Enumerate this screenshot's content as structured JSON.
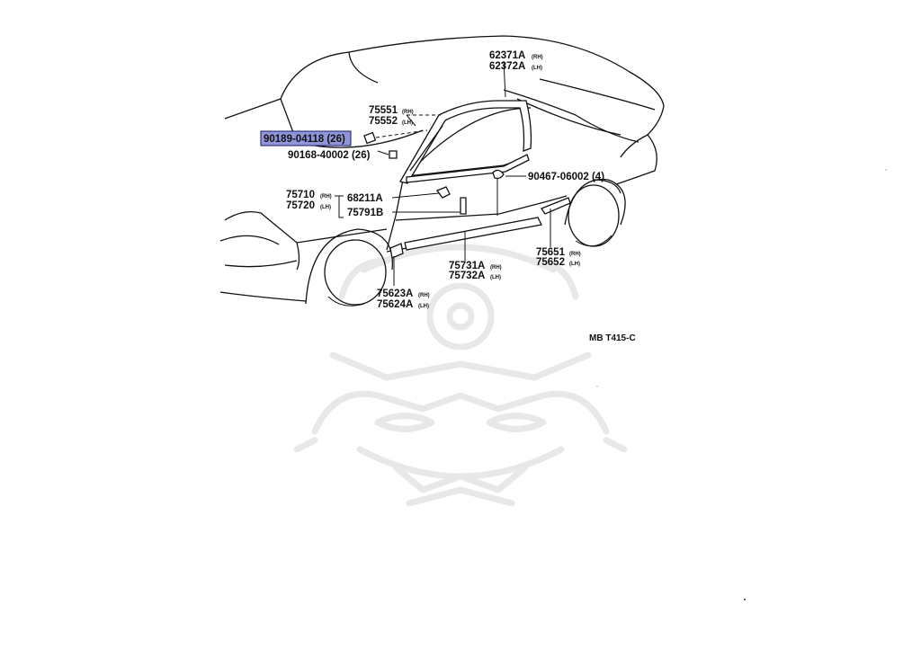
{
  "diagram": {
    "code": "MB T415-C",
    "highlight_color": "#8f95d8",
    "labels": {
      "p62371": "62371A",
      "p62371_side": "(RH)",
      "p62372": "62372A",
      "p62372_side": "(LH)",
      "p75551": "75551",
      "p75551_side": "(RH)",
      "p75552": "75552",
      "p75552_side": "(LH)",
      "p90189": "90189-04118 (26)",
      "p90168": "90168-40002 (26)",
      "p90467": "90467-06002 (4)",
      "p75710": "75710",
      "p75710_side": "(RH)",
      "p75720": "75720",
      "p75720_side": "(LH)",
      "p68211": "68211A",
      "p75791": "75791B",
      "p75651": "75651",
      "p75651_side": "(RH)",
      "p75652": "75652",
      "p75652_side": "(LH)",
      "p75731": "75731A",
      "p75731_side": "(RH)",
      "p75732": "75732A",
      "p75732_side": "(LH)",
      "p75623": "75623A",
      "p75623_side": "(RH)",
      "p75624": "75624A",
      "p75624_side": "(LH)"
    }
  }
}
